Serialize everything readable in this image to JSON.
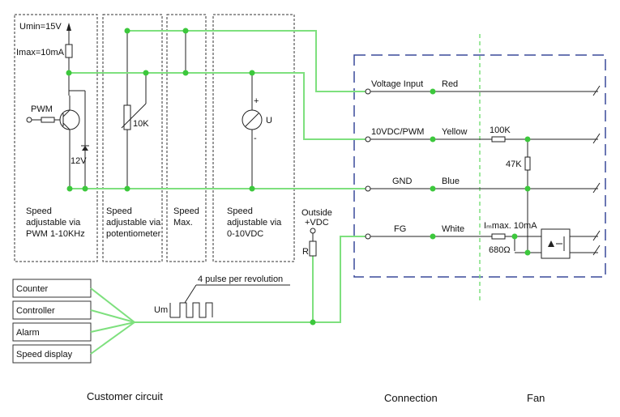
{
  "groups": {
    "pwm": {
      "umin": "Umin=15V",
      "imax": "Imax=10mA",
      "pwm_label": "PWM",
      "zener": "12V",
      "caption": [
        "Speed",
        "adjustable via",
        "PWM 1-10KHz"
      ]
    },
    "pot": {
      "value": "10K",
      "caption": [
        "Speed",
        "adjustable via",
        "potentiometer"
      ]
    },
    "max": {
      "caption": [
        "Speed",
        "Max."
      ]
    },
    "vdc": {
      "plus": "+",
      "minus": "-",
      "meter": "U",
      "caption": [
        "Speed",
        "adjustable via",
        "0-10VDC"
      ]
    }
  },
  "outside": {
    "line1": "Outside",
    "line2": "+VDC",
    "resistor": "R"
  },
  "pulse": {
    "label": "4 pulse per revolution",
    "um": "Um"
  },
  "devices": [
    "Counter",
    "Controller",
    "Alarm",
    "Speed display"
  ],
  "connections": [
    {
      "signal": "Voltage Input",
      "color": "Red"
    },
    {
      "signal": "10VDC/PWM",
      "color": "Yellow"
    },
    {
      "signal": "GND",
      "color": "Blue"
    },
    {
      "signal": "FG",
      "color": "White"
    }
  ],
  "fan": {
    "r1": "100K",
    "r2": "47K",
    "imax": "Iₘmax. 10mA",
    "r3": "680Ω"
  },
  "footer": {
    "customer": "Customer circuit",
    "connection": "Connection",
    "fan": "Fan"
  },
  "colors": {
    "wire_green": "#7ee07e",
    "node_green": "#3cc83c",
    "fan_border": "#3a4a9a",
    "fan_divider": "#7ee07e"
  }
}
